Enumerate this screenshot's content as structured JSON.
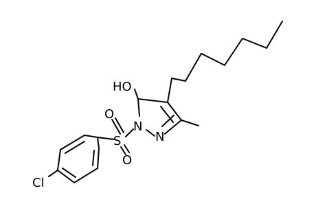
{
  "molecule": {
    "atoms": {
      "hydroxyl": "HO",
      "ring_nitrogen_1": "N",
      "ring_nitrogen_2": "N",
      "sulfur": "S",
      "sulfonyl_oxygen_top": "O",
      "sulfonyl_oxygen_bottom": "O",
      "chlorine": "Cl"
    }
  }
}
